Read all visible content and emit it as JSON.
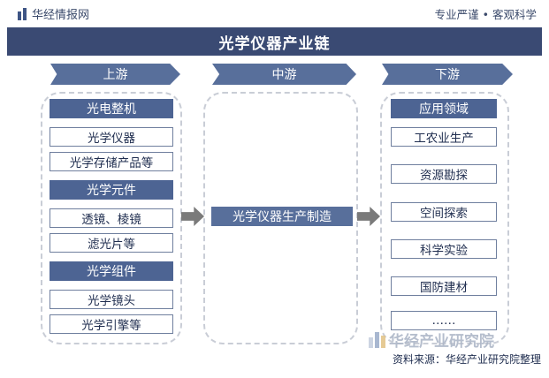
{
  "header": {
    "brand_name": "华经情报网",
    "slogan": "专业严谨 • 客观科学"
  },
  "title": "光学仪器产业链",
  "stages": {
    "upstream": "上游",
    "midstream": "中游",
    "downstream": "下游"
  },
  "upstream": {
    "groups": [
      {
        "category": "光电整机",
        "items": [
          "光学仪器",
          "光学存储产品等"
        ]
      },
      {
        "category": "光学元件",
        "items": [
          "透镜、棱镜",
          "滤光片等"
        ]
      },
      {
        "category": "光学组件",
        "items": [
          "光学镜头",
          "光学引擎等"
        ]
      }
    ]
  },
  "midstream": {
    "label": "光学仪器生产制造"
  },
  "downstream": {
    "category": "应用领域",
    "items": [
      "工农业生产",
      "资源勘探",
      "空间探索",
      "科学实验",
      "国防建材",
      "……"
    ]
  },
  "footer": {
    "watermark": "华经产业研究院",
    "source": "资料来源：华经产业研究院整理"
  },
  "colors": {
    "title_bg": "#3a4a73",
    "stage_bg": "#586f9b",
    "category_bg": "#4d6493",
    "item_border": "#6f7f9e",
    "arrow": "#7a7a7a"
  }
}
